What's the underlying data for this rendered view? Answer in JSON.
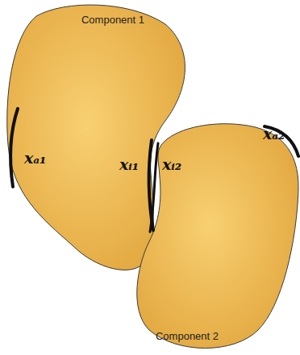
{
  "diagram": {
    "nodes": [
      {
        "text": [
          "Component 1",
          "xₐ₁",
          "xᵢ₁"
        ]
      },
      {
        "text": [
          "Component 2",
          "xₐ₂",
          "xᵢ₂"
        ]
      }
    ]
  }
}
